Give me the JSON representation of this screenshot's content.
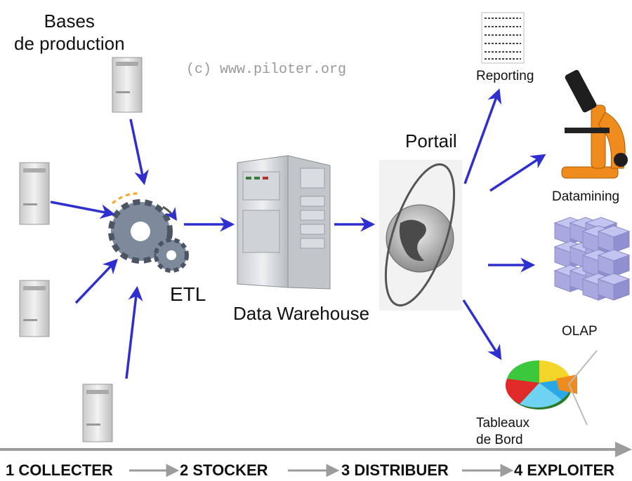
{
  "labels": {
    "sources": "Bases\nde production",
    "watermark": "(c) www.piloter.org",
    "etl": "ETL",
    "warehouse": "Data Warehouse",
    "portal": "Portail",
    "reporting": "Reporting",
    "datamining": "Datamining",
    "olap": "OLAP",
    "dashboards": "Tableaux\nde Bord"
  },
  "stages": [
    "1 COLLECTER",
    "2 STOCKER",
    "3 DISTRIBUER",
    "4 EXPLOITER"
  ],
  "colors": {
    "arrow": "#2f2fd0",
    "server": "#d8d8d8",
    "gear": "#7d8a9c",
    "cube": "#a9a9e0",
    "microscope": "#f08c1e",
    "timeline": "#9c9c9c"
  }
}
